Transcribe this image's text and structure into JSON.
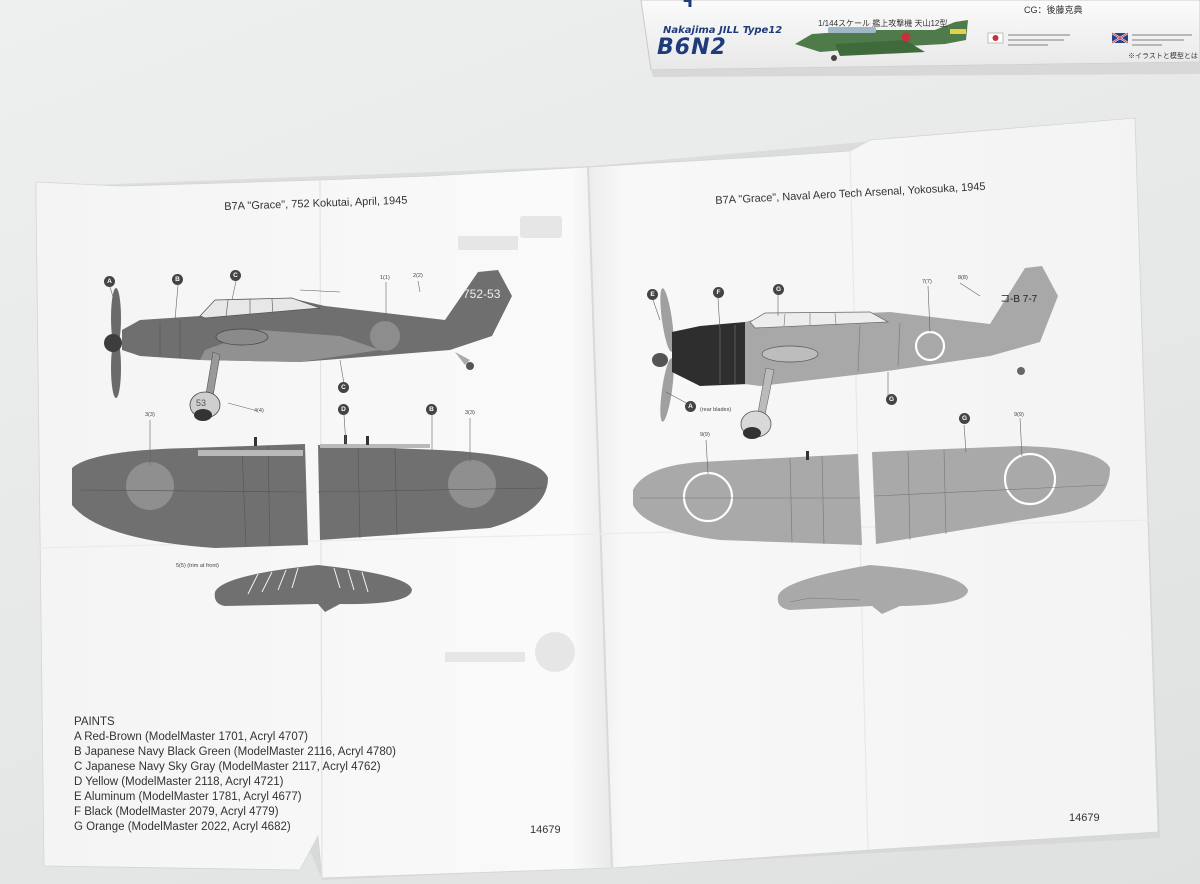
{
  "box": {
    "title": "B6N2",
    "subtitle": "Nakajima JILL Type12",
    "scale_text": "1/144スケール 艦上攻撃機 天山12型",
    "cg_credit": "CG：後藤克典",
    "side_note": "※イラストと模型とは",
    "brand_partial": "ꟻ"
  },
  "left_page": {
    "title": "B7A \"Grace\", 752 Kokutai, April, 1945",
    "tail_code": "752-53",
    "wheel_code": "53",
    "page_number": "14679",
    "trim_note": "5(5) (trim at front)",
    "callouts": [
      "A",
      "B",
      "C",
      "C",
      "D",
      "B"
    ],
    "decal_labels": [
      "1(1)",
      "2(2)",
      "3(3)",
      "4(4)",
      "3(3)"
    ]
  },
  "right_page": {
    "title": "B7A \"Grace\", Naval Aero Tech Arsenal, Yokosuka, 1945",
    "tail_code": "コ-B 7-7",
    "page_number": "14679",
    "rear_blades_note": "(rear blades)",
    "callouts": [
      "E",
      "F",
      "G",
      "A",
      "G",
      "G"
    ],
    "decal_labels": [
      "7(7)",
      "8(8)",
      "9(9)",
      "9(9)"
    ]
  },
  "paints": {
    "heading": "PAINTS",
    "items": [
      "A Red-Brown (ModelMaster 1701, Acryl 4707)",
      "B Japanese Navy Black Green (ModelMaster 2116, Acryl 4780)",
      "C Japanese Navy Sky Gray (ModelMaster 2117, Acryl 4762)",
      "D Yellow (ModelMaster 2118, Acryl 4721)",
      "E Aluminum (ModelMaster 1781, Acryl 4677)",
      "F Black (ModelMaster 2079, Acryl 4779)",
      "G Orange (ModelMaster 2022, Acryl 4682)"
    ]
  },
  "colors": {
    "table": "#e6e8e8",
    "paper": "#f7f7f7",
    "dark_green_scheme": "#6f6f6f",
    "gray_scheme": "#a9a9a9",
    "black_cowl": "#2e2e2e",
    "box_blue": "#1f3b7a"
  }
}
